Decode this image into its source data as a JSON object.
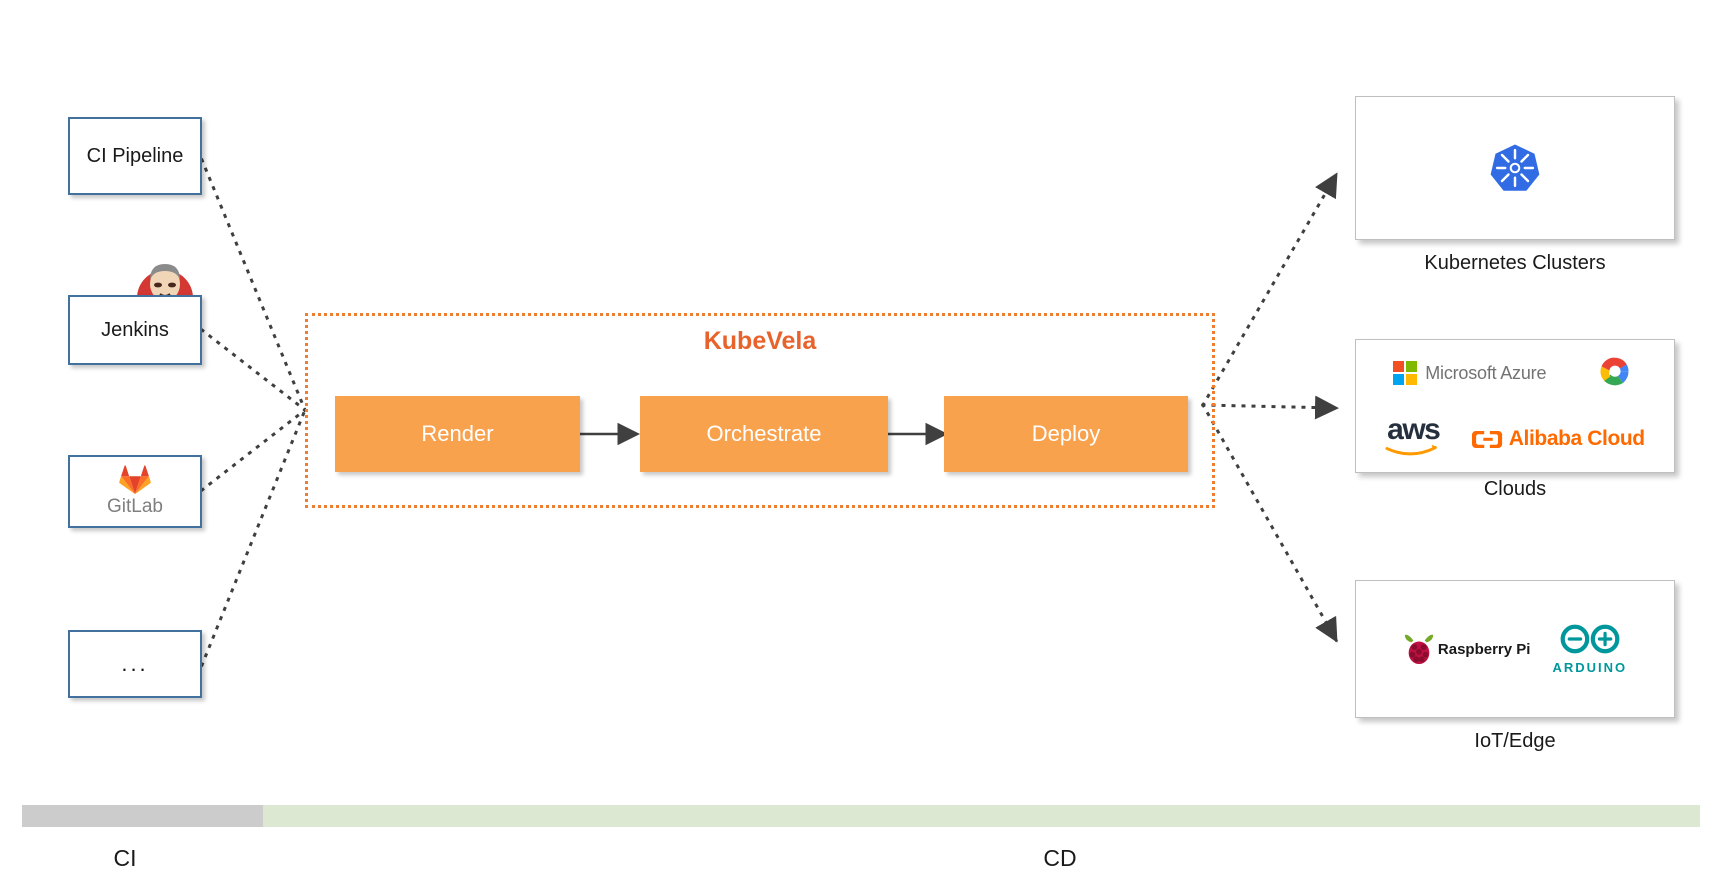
{
  "diagram": {
    "title": "KubeVela CI/CD pipeline diagram",
    "accent_orange": "#ED7D31",
    "stage_fill": "#F9A busy",
    "box_border_blue": "#41719C"
  },
  "sources": [
    {
      "id": "ci-pipeline",
      "label": "CI Pipeline",
      "icon": "none"
    },
    {
      "id": "jenkins",
      "label": "Jenkins",
      "icon": "jenkins-butler-icon"
    },
    {
      "id": "gitlab",
      "label": "GitLab",
      "icon": "gitlab-fox-icon"
    },
    {
      "id": "ellipsis",
      "label": "...",
      "icon": "none"
    }
  ],
  "kubevela": {
    "title": "KubeVela",
    "stages": [
      {
        "id": "render",
        "label": "Render"
      },
      {
        "id": "orchestrate",
        "label": "Orchestrate"
      },
      {
        "id": "deploy",
        "label": "Deploy"
      }
    ]
  },
  "targets": [
    {
      "id": "kubernetes",
      "caption": "Kubernetes Clusters",
      "logos": [
        {
          "name": "kubernetes-helm-icon",
          "text": ""
        }
      ]
    },
    {
      "id": "clouds",
      "caption": "Clouds",
      "logos": [
        {
          "name": "microsoft-azure-icon",
          "text": "Microsoft Azure"
        },
        {
          "name": "google-cloud-icon",
          "text": ""
        },
        {
          "name": "aws-icon",
          "text": "aws"
        },
        {
          "name": "alibaba-cloud-icon",
          "text": "Alibaba Cloud"
        }
      ]
    },
    {
      "id": "iot-edge",
      "caption": "IoT/Edge",
      "logos": [
        {
          "name": "raspberry-pi-icon",
          "text": "Raspberry Pi"
        },
        {
          "name": "arduino-icon",
          "text": "ARDUINO"
        }
      ]
    }
  ],
  "phase_bar": {
    "ci_label": "CI",
    "cd_label": "CD",
    "ci_color": "#CCCCCC",
    "cd_color": "#DDE8D3"
  }
}
